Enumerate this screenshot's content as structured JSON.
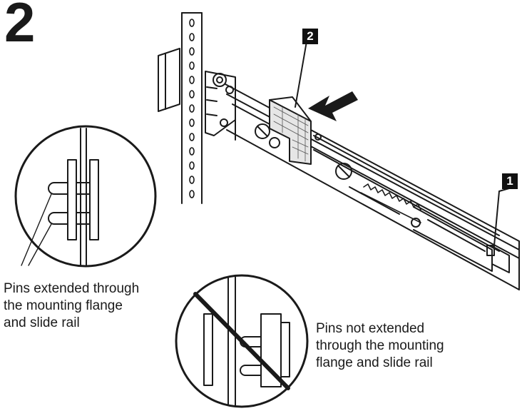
{
  "step": {
    "number": "2"
  },
  "callouts": {
    "release_tab": "2",
    "rail_latch": "1"
  },
  "captions": {
    "pins_extended": [
      "Pins extended through",
      "the mounting flange",
      "and slide rail"
    ],
    "pins_not_extended": [
      "Pins not extended",
      "through the mounting",
      "flange and slide rail"
    ]
  },
  "colors": {
    "ink": "#1a1a1a",
    "paper": "#ffffff",
    "callout_bg": "#111111"
  }
}
